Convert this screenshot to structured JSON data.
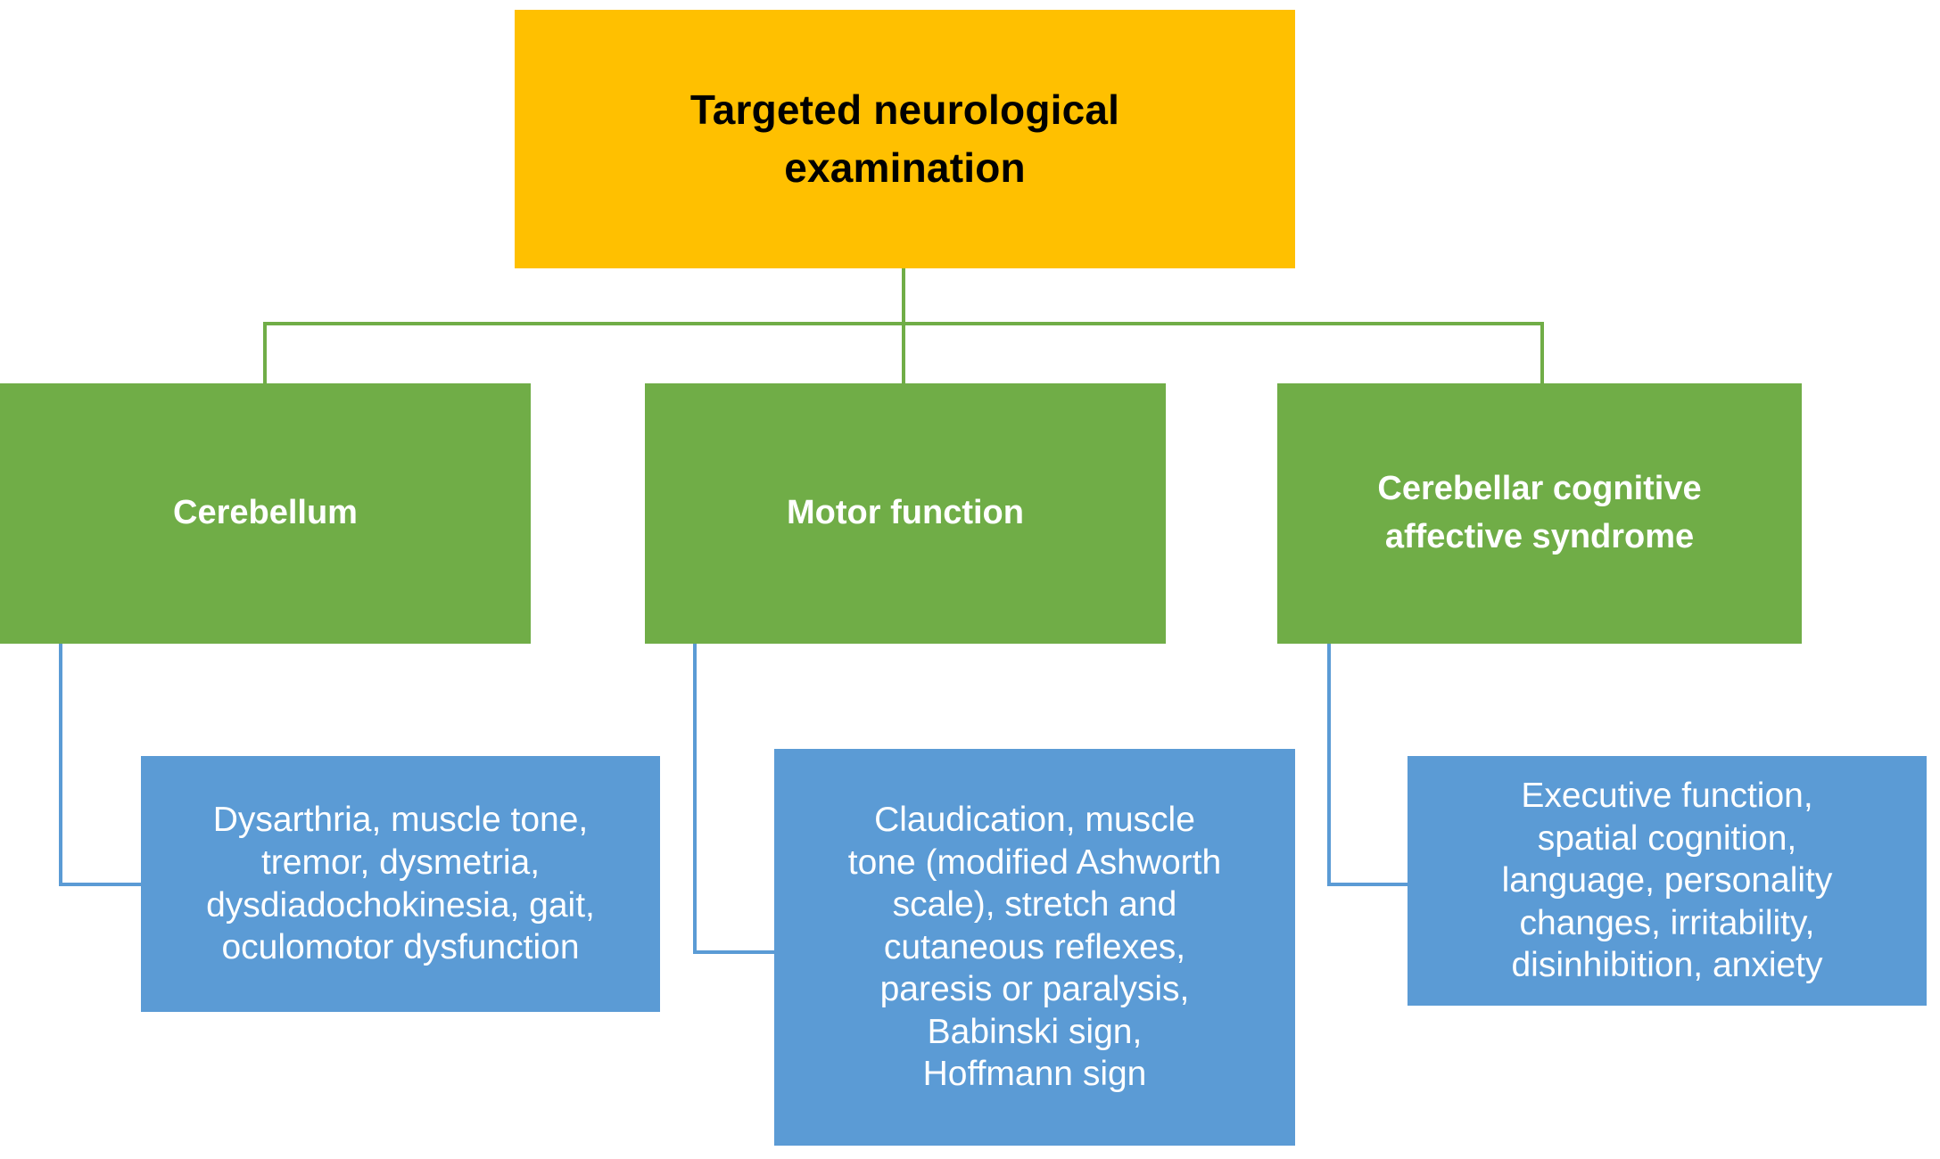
{
  "diagram": {
    "title": "Targeted neurological examination",
    "type": "flowchart",
    "colors": {
      "root_fill": "#FFC000",
      "root_text": "#000000",
      "category_fill": "#70AD47",
      "category_text": "#FFFFFF",
      "detail_fill": "#5B9BD5",
      "detail_text": "#FFFFFF",
      "background": "#FFFFFF",
      "connector_top": "#70AD47",
      "connector_bottom": "#5B9BD5"
    },
    "root": {
      "label": "Targeted neurological\nexamination"
    },
    "categories": [
      {
        "id": "cerebellum",
        "label": "Cerebellum",
        "detail": "Dysarthria, muscle tone,\ntremor, dysmetria,\ndysdiadochokinesia, gait,\noculomotor dysfunction"
      },
      {
        "id": "motor-function",
        "label": "Motor function",
        "detail": "Claudication, muscle\ntone (modified Ashworth\nscale), stretch and\ncutaneous reflexes,\nparesis or paralysis,\nBabinski sign,\nHoffmann sign"
      },
      {
        "id": "cerebellar-cognitive-affective-syndrome",
        "label": "Cerebellar cognitive\naffective syndrome",
        "detail": "Executive function,\nspatial cognition,\nlanguage, personality\nchanges, irritability,\ndisinhibition, anxiety"
      }
    ]
  }
}
